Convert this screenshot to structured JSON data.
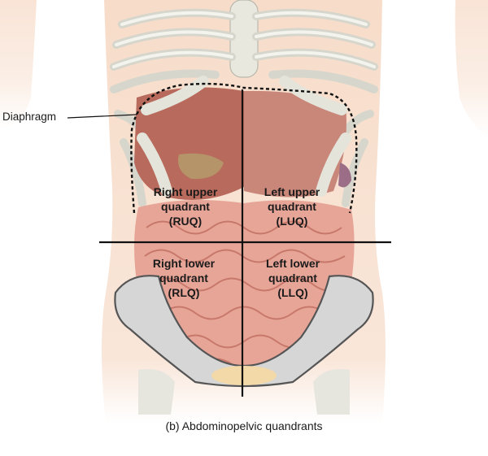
{
  "labels": {
    "diaphragm": "Diaphragm",
    "ruq": {
      "line1": "Right upper",
      "line2": "quadrant",
      "line3": "(RUQ)"
    },
    "luq": {
      "line1": "Left upper",
      "line2": "quadrant",
      "line3": "(LUQ)"
    },
    "rlq": {
      "line1": "Right lower",
      "line2": "quadrant",
      "line3": "(RLQ)"
    },
    "llq": {
      "line1": "Left lower",
      "line2": "quadrant",
      "line3": "(LLQ)"
    }
  },
  "caption": "(b) Abdominopelvic quandrants",
  "colors": {
    "skin": "#f7dcc9",
    "bone": "#e2e2d8",
    "organ": "#b86a5c",
    "intestine": "#e7a598",
    "pelvis": "#c8c8c8",
    "line": "#111111"
  }
}
